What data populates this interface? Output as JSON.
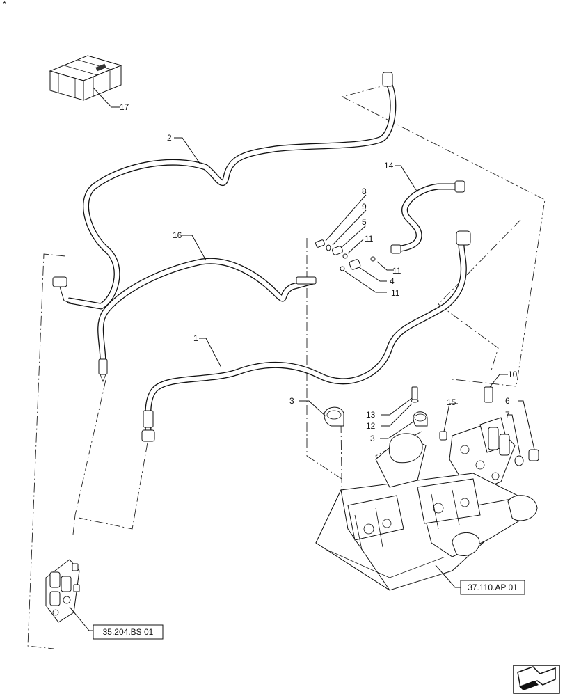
{
  "corner_mark": "*",
  "callouts": {
    "c1": "1",
    "c2": "2",
    "c3a": "3",
    "c3b": "3",
    "c4": "4",
    "c5": "5",
    "c6": "6",
    "c7": "7",
    "c8": "8",
    "c9": "9",
    "c10": "10",
    "c11a": "11",
    "c11b": "11",
    "c11c": "11",
    "c12": "12",
    "c13": "13",
    "c14": "14",
    "c15": "15",
    "c16": "16",
    "c17": "17"
  },
  "references": {
    "hitch_assembly": "37.110.AP 01",
    "control_valve": "35.204.BS 01"
  },
  "icons": {
    "kit_box": "kit-crate-icon",
    "navigation": "next-page-arrow-icon"
  }
}
